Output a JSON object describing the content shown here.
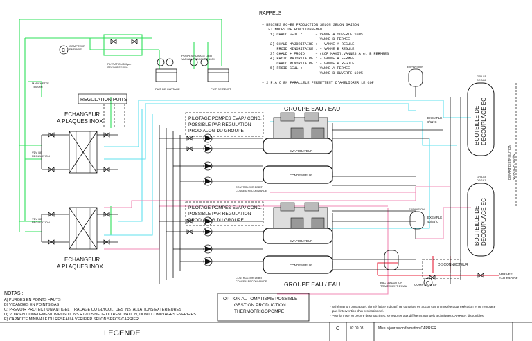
{
  "rappels": {
    "title": "RAPPELS",
    "lines": [
      "– REGIMES EC–EG PRODUCTION SELON SELON SAISON",
      "   ET MODES DE FONCTIONNEMENT.",
      "1) CHAUD SEUL :      – VANNE A OUVERTE 100%",
      "                     – VANNE B FERMEE",
      "2) CHAUD MAJORITAIRE : – VANNE A REGULE",
      "   FROID MINORITAIRE : – VANNE B REGULE",
      "3) CHAUD + FROID :   – (COP MAXI),VANNES A et B FERMEES",
      "4) FROID MAJORITAIRE : – VANNE A FERMEE",
      "   CHAUD MINORITAIRE : – VANNE B REGULE",
      "5) FROID SEUL :      – VANNE A FERMEE",
      "                     – VANNE B OUVERTE 100%",
      "",
      "– 2 P.A.C EN PARALLELE PERMETTENT D'AMELIORER LE COP."
    ]
  },
  "labels": {
    "regulation_puits": "REGULATION PUITS",
    "echangeur_top": [
      "ECHANGEUR",
      "A PLAQUES INOX"
    ],
    "echangeur_bottom": [
      "ECHANGEUR",
      "A PLAQUES INOX"
    ],
    "pilotage_top": [
      "PILOTAGE POMPES EVAP./ COND.",
      "POSSIBLE PAR REGULATION",
      "PRODIALOG DU GROUPE"
    ],
    "pilotage_bottom": [
      "PILOTAGE POMPES EVAP./ COND.",
      "POSSIBLE PAR REGULATION",
      "PRODIALOG DU GROUPE"
    ],
    "groupe_top": "GROUPE EAU / EAU",
    "groupe_bottom": "GROUPE EAU / EAU",
    "evaporateur": "EVAPORATEUR",
    "condenseur": "CONDENSEUR",
    "bouteille_eg": [
      "BOUTEILLE DE",
      "DECOUPLAGE EG"
    ],
    "bouteille_ec": [
      "BOUTEILLE DE",
      "DECOUPLAGE EC"
    ],
    "depart_distribution": [
      "DEPART DISTRIBUTION",
      "VOIR SCH. SD-/02"
    ],
    "exemple_eg": [
      "EXEMPLE",
      "6/11°C"
    ],
    "exemple_ec": [
      "EXEMPLE",
      "40/35°C"
    ],
    "expansion": "EXPANSION",
    "disconnecteur": "DISCONNECTEUR",
    "arrivee_eau_froide": [
      "ARRIVEE",
      "EAU FROIDE"
    ],
    "compteur_ef": "COMPTEUR EF",
    "bac_traitement": [
      "BAC D'ADDITION",
      "TRAITEMENT D'EAU"
    ],
    "filtration": [
      "FILTRATION 500µm",
      "SECOURS 100%"
    ],
    "pompes_puisage": [
      "POMPES PUISAGE DEBIT",
      "VARIABLE SECOURS 100%"
    ],
    "puit_captage": "PUIT DE CAPTAGE",
    "puit_rejet": "PUIT DE REJET",
    "manchette": [
      "MANCHETTE",
      "TEMOIN"
    ],
    "compteur_energie": [
      "COMPTEUR",
      "ENERGIE"
    ],
    "vdv": [
      "VDV DE",
      "REGULATION"
    ],
    "controleur_debit": [
      "CONTROLEUR DEBIT",
      "CONSEIL RECOMMANDE"
    ],
    "grille_degaz": [
      "GRILLE",
      "DEGAZ"
    ]
  },
  "notes": {
    "title": "NOTAS :",
    "items": [
      "A) PURGES EN POINTS HAUTS",
      "B) VIDANGES EN POINTS BAS",
      "C) PREVOIR PROTECTION ANTIGEL (TRACAGE OU GLYCOL) DES INSTALLATIONS EXTERIEURES",
      "D) VOIR EN COMPLEMENT IMPOSITIONS RT2005 NEUF OU RENOVATION, DONT COMPTAGES ENERGIES",
      "E) CAPACITE MINIMALE DU RESEAU A VERIFIER SELON SPECS CARRIER"
    ]
  },
  "option_box": [
    "OPTION AUTOMATISME POSSIBLE",
    "GESTION PRODUCTION",
    "THERMOFRIGOPOMPE"
  ],
  "disclaimer": [
    "* Schéma non contractuel, donné à titre indicatif, ne constitue en aucun cas un modèle pour exécution et ne remplace",
    "   pas l'intervention d'un professionnel.",
    "* Pour la mise en oeuvre des machines, se reporter aux différents manuels techniques CARRIER disponibles."
  ],
  "footer": {
    "legende": "LEGENDE",
    "rev": "C",
    "date": "02.09.08",
    "description": "Mise a jour selon formation CARRIER"
  },
  "colors": {
    "eau_puits": "#2ee05a",
    "eau_glacee": "#5fe0ee",
    "eau_chaude": "#f08ab4",
    "alimentation": "#e8203a"
  }
}
